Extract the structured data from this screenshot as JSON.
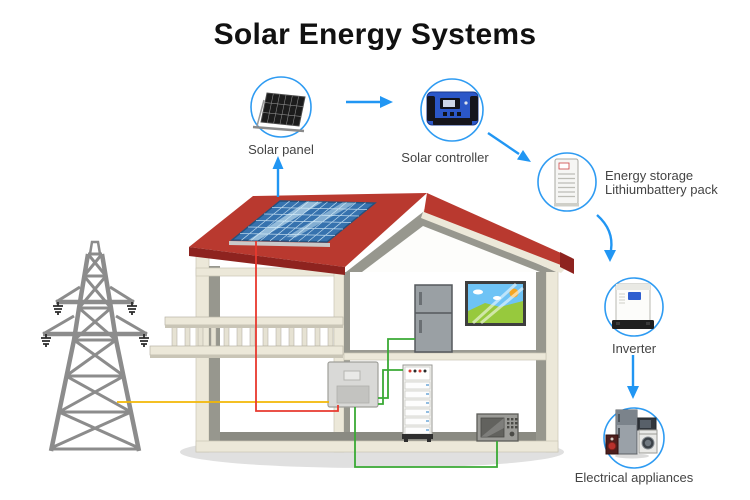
{
  "title": "Solar Energy Systems",
  "nodes": {
    "solar_panel": {
      "label": "Solar panel",
      "icon": "solar-panel-icon"
    },
    "solar_controller": {
      "label": "Solar controller",
      "icon": "charge-controller-icon"
    },
    "energy_storage": {
      "label_line1": "Energy storage",
      "label_line2": "Lithiumbattery pack",
      "icon": "battery-rack-icon"
    },
    "inverter": {
      "label": "Inverter",
      "icon": "inverter-icon"
    },
    "electrical_appliances": {
      "label": "Electrical appliances",
      "icon": "appliances-icon"
    }
  },
  "flow_arrows": [
    "solar_panel -> solar_controller",
    "solar_controller -> energy_storage",
    "energy_storage -> inverter",
    "inverter -> electrical_appliances",
    "rooftop_panel -> solar_panel"
  ],
  "scene_icons": [
    "power-tower-icon",
    "house-icon",
    "rooftop-solar-panel-icon",
    "refrigerator-icon",
    "wall-picture-icon",
    "wall-inverter-icon",
    "battery-rack-icon",
    "microwave-icon",
    "balcony-railing-icon"
  ],
  "colors": {
    "arrow_blue": "#2196f3",
    "node_ring_blue": "#2e9bf2",
    "roof_red": "#b9392f",
    "roof_dark_red": "#8e231f",
    "wall_cream": "#ece8d9",
    "wall_cut_gray": "#97978e",
    "panel_blue": "#3672ae",
    "tower_gray": "#8c8c8c",
    "wire_red": "#e8392e",
    "wire_yellow": "#f2b705",
    "wire_green": "#3aaa35",
    "title_color": "#111111",
    "label_color": "#444444"
  }
}
